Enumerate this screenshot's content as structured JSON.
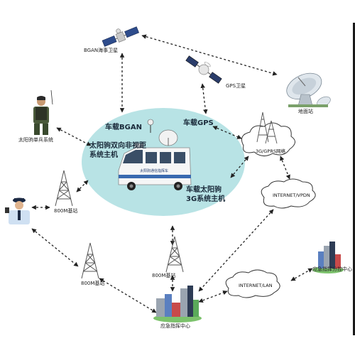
{
  "hub": {
    "bgan_label": "车载BGAN",
    "gps_label": "车载GPS",
    "relay_label_line1": "太阳驹双向非视距",
    "relay_label_line2": "系统主机",
    "g3_label_line1": "车载太阳驹",
    "g3_label_line2": "3G系统主机",
    "ellipse_color": "#b8e3e5",
    "van_side_text": "太阳驹通信指挥车"
  },
  "nodes": {
    "bgan_satellite": "BGAN海事卫星",
    "gps_satellite": "GPS卫星",
    "ground_station": "地面站",
    "soldier": "太阳驹单兵系统",
    "network_3g": "3G/GPRS网络",
    "internet_vpdn": "INTERNET/VPDN",
    "tower_800m_left": "800M基站",
    "tower_800m_bottom_left": "800M基站",
    "tower_800m_bottom_center": "800M基站",
    "internet_lan": "INTERNET/LAN",
    "sub_command_center": "应急指挥分控中心",
    "command_center": "应急指挥中心"
  },
  "colors": {
    "arrow": "#222222",
    "cloud_fill": "#ffffff",
    "cloud_stroke": "#333333",
    "tower": "#555555",
    "building_blue": "#5a7fc0",
    "building_gray": "#9aa4b0",
    "building_red": "#c84a4a",
    "building_green": "#5aaa5a",
    "grass": "#7cc26c"
  }
}
